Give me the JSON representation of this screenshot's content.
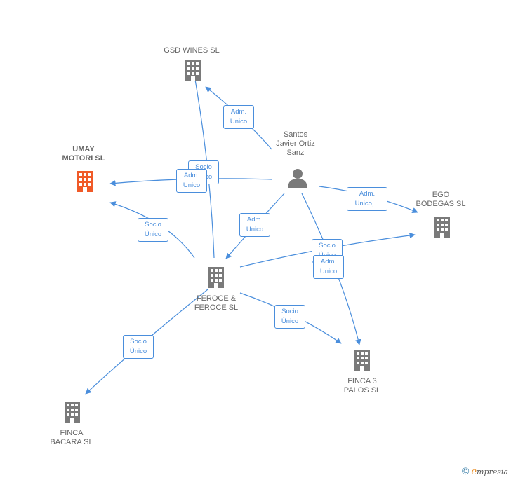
{
  "colors": {
    "edge": "#4a8edc",
    "node": "#7a7a7a",
    "highlight": "#f05a28"
  },
  "nodes": {
    "gsd": {
      "label": "GSD WINES SL",
      "type": "company"
    },
    "umay": {
      "label": "UMAY\nMOTORI  SL",
      "type": "company",
      "highlight": true
    },
    "santos": {
      "label": "Santos\nJavier Ortiz\nSanz",
      "type": "person"
    },
    "ego": {
      "label": "EGO\nBODEGAS SL",
      "type": "company"
    },
    "feroce": {
      "label": "FEROCE &\nFEROCE  SL",
      "type": "company"
    },
    "finca3": {
      "label": "FINCA 3\nPALOS  SL",
      "type": "company"
    },
    "bacara": {
      "label": "FINCA\nBACARA  SL",
      "type": "company"
    }
  },
  "edges": [
    {
      "id": "santos-gsd",
      "label": "Adm.\nUnico"
    },
    {
      "id": "feroce-gsd",
      "label": "Socio\nÚnico"
    },
    {
      "id": "santos-umay",
      "label": "Adm.\nUnico"
    },
    {
      "id": "feroce-umay",
      "label": "Socio\nÚnico"
    },
    {
      "id": "santos-ego",
      "label": "Adm.\nUnico,..."
    },
    {
      "id": "santos-feroce",
      "label": "Adm.\nUnico"
    },
    {
      "id": "feroce-ego",
      "label": "Socio\nÚnico"
    },
    {
      "id": "santos-finca3",
      "label": "Adm.\nUnico"
    },
    {
      "id": "feroce-finca3",
      "label": "Socio\nÚnico"
    },
    {
      "id": "feroce-bacara",
      "label": "Socio\nÚnico"
    }
  ],
  "footer": {
    "copyright": "©",
    "brand_e": "e",
    "brand_rest": "mpresia"
  }
}
